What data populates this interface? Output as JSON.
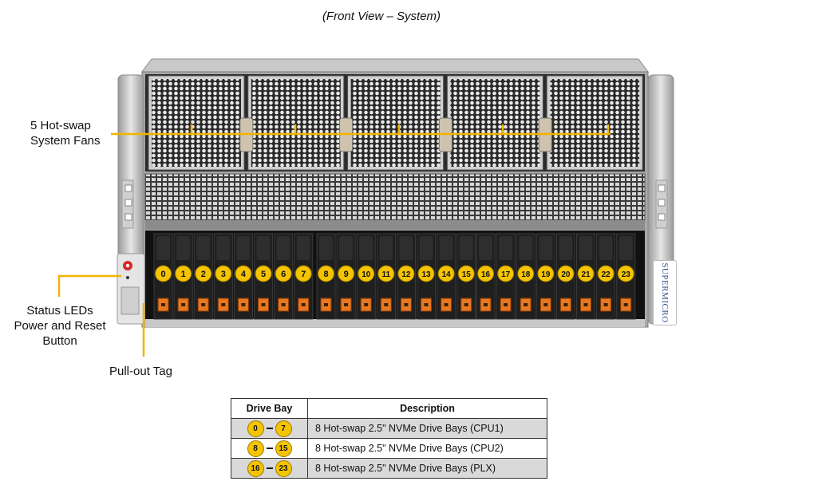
{
  "caption": "(Front View – System)",
  "callouts": {
    "fans": [
      "5 Hot-swap",
      "System Fans"
    ],
    "status": [
      "Status LEDs",
      "Power and Reset",
      "Button"
    ],
    "tag": "Pull-out Tag"
  },
  "brand": "SUPERMICRO",
  "drive_bays": [
    "0",
    "1",
    "2",
    "3",
    "4",
    "5",
    "6",
    "7",
    "8",
    "9",
    "10",
    "11",
    "12",
    "13",
    "14",
    "15",
    "16",
    "17",
    "18",
    "19",
    "20",
    "21",
    "22",
    "23"
  ],
  "fans_count": 5,
  "colors": {
    "accent": "#f0b400",
    "chip": "#f5c400",
    "chassis_dark": "#1a1a1a",
    "chassis_metal": "#b8b8b8",
    "drive_latch": "#e87722"
  },
  "table": {
    "headers": [
      "Drive Bay",
      "Description"
    ],
    "rows": [
      {
        "from": "0",
        "to": "7",
        "description": "8 Hot-swap 2.5\" NVMe Drive Bays (CPU1)"
      },
      {
        "from": "8",
        "to": "15",
        "description": "8 Hot-swap 2.5\" NVMe Drive Bays (CPU2)"
      },
      {
        "from": "16",
        "to": "23",
        "description": "8 Hot-swap 2.5\" NVMe Drive Bays (PLX)"
      }
    ]
  }
}
